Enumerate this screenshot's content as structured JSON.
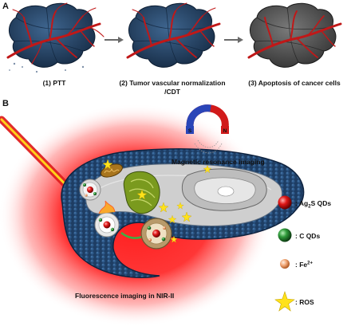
{
  "panel_a": {
    "label": "A",
    "steps": [
      {
        "line1": "(1) PTT",
        "line2": ""
      },
      {
        "line1": "(2) Tumor vascular normalization",
        "line2": "/CDT"
      },
      {
        "line1": "(3) Apoptosis of cancer cells",
        "line2": ""
      }
    ]
  },
  "panel_b": {
    "label": "B",
    "mri_label": "Magnetic resonance imaging",
    "fluorescence_label": "Fluorescence imaging in NIR-II",
    "magnet_poles": {
      "south": "S",
      "north": "N"
    }
  },
  "legend": [
    {
      "prefix": ": Ag",
      "sub": "2",
      "suffix": "S QDs",
      "icon": "red-sphere-icon",
      "color": "#e01818"
    },
    {
      "prefix": ": C QDs",
      "sub": "",
      "suffix": "",
      "icon": "green-sphere-icon",
      "color": "#2f9a3a"
    },
    {
      "prefix": ": Fe",
      "sup": "2+",
      "suffix": "",
      "icon": "orange-sphere-icon",
      "color": "#f2a878"
    },
    {
      "prefix": ": ROS",
      "sub": "",
      "suffix": "",
      "icon": "yellow-star-icon",
      "color": "#ffe21a"
    }
  ],
  "colors": {
    "tumor_blue": "#1d3a5c",
    "tumor_gray": "#4a4a4a",
    "vessel_red": "#c01818",
    "laser_red": "#e02020",
    "laser_yellow": "#ffd21a",
    "arrow_green": "#3cb043"
  }
}
